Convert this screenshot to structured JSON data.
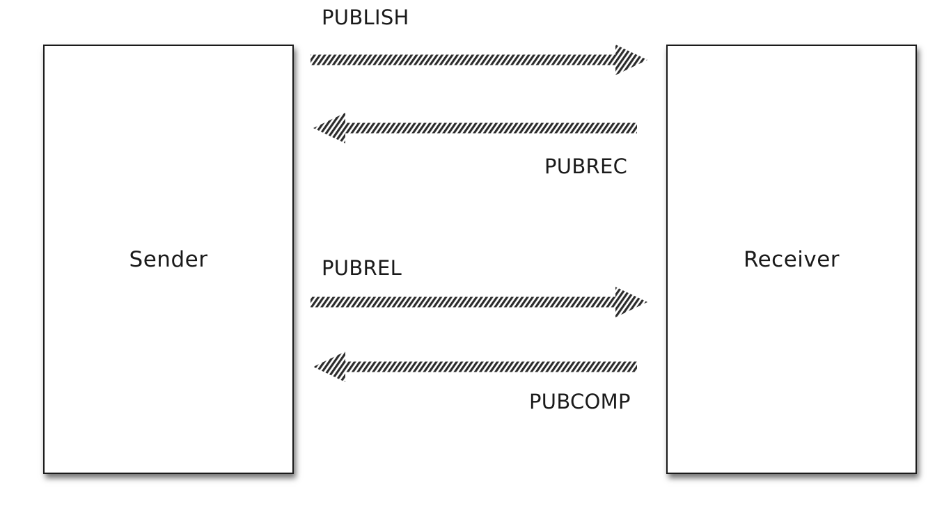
{
  "nodes": {
    "sender": "Sender",
    "receiver": "Receiver"
  },
  "messages": [
    {
      "label": "PUBLISH",
      "direction": "sender-to-receiver"
    },
    {
      "label": "PUBREC",
      "direction": "receiver-to-sender"
    },
    {
      "label": "PUBREL",
      "direction": "sender-to-receiver"
    },
    {
      "label": "PUBCOMP",
      "direction": "receiver-to-sender"
    }
  ],
  "colors": {
    "stripe_dark": "#2b2b2b",
    "stripe_light": "#ffffff",
    "border": "#1a1a1a"
  }
}
